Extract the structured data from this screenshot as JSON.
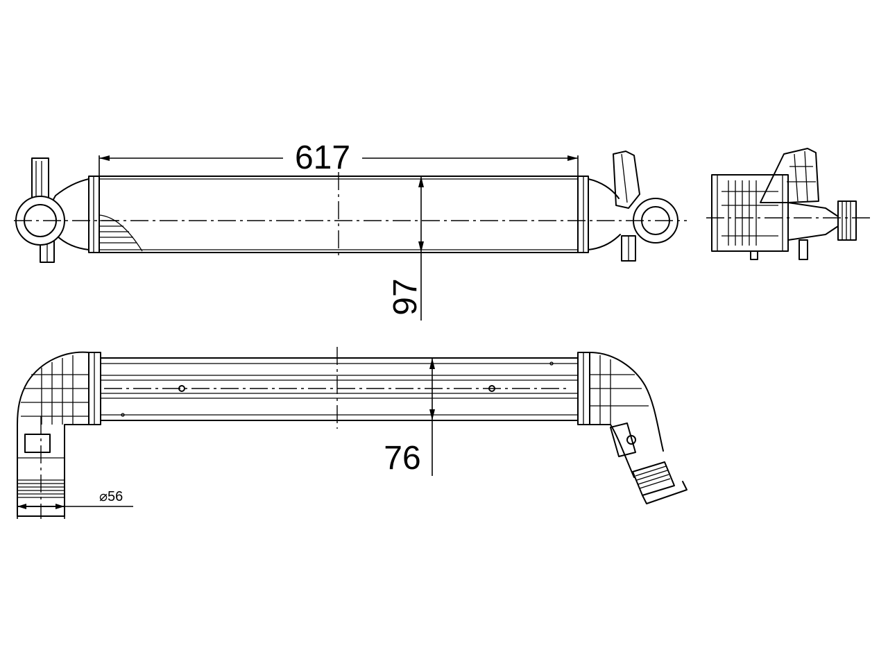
{
  "drawing": {
    "dimensions": {
      "length": "617",
      "height": "97",
      "depth": "76",
      "diameter": "⌀56"
    }
  },
  "colors": {
    "line": "#000000",
    "background": "#ffffff"
  }
}
